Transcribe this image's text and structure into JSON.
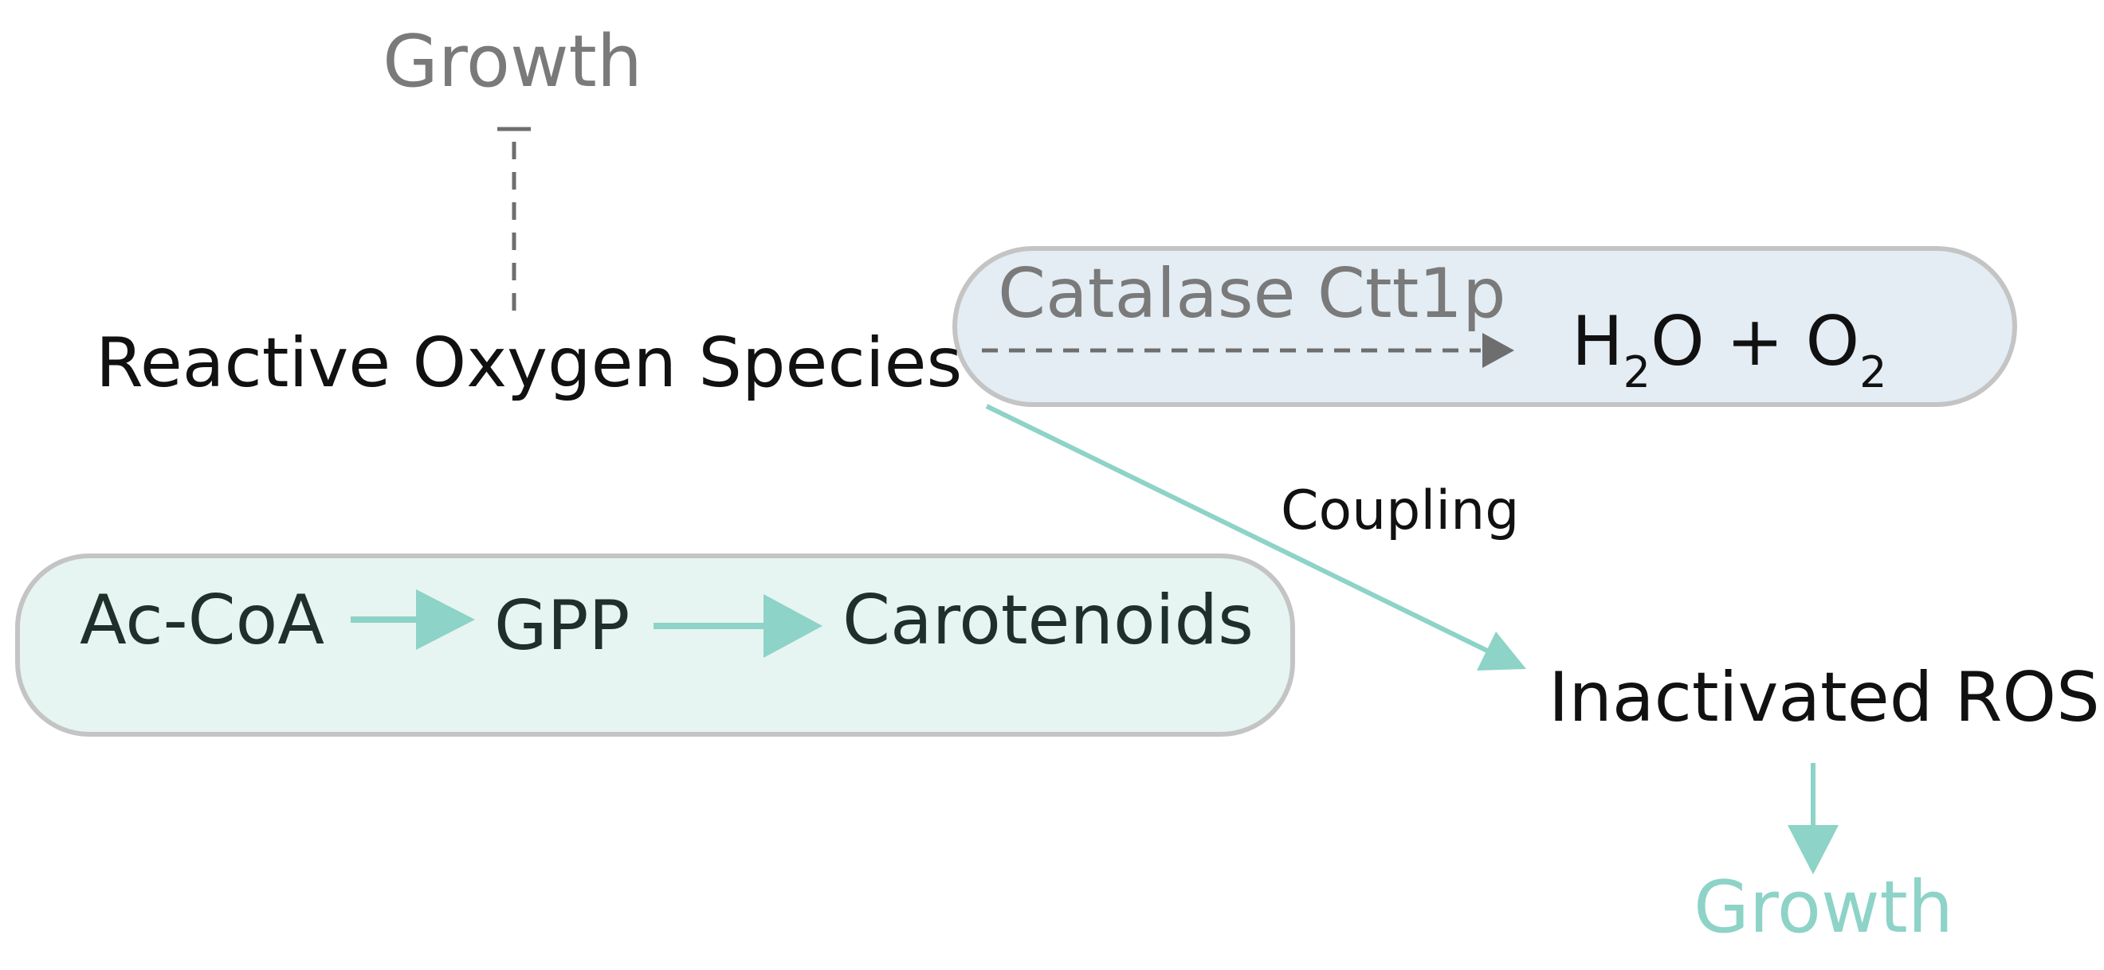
{
  "labels": {
    "growth_top": "Growth",
    "ros": "Reactive Oxygen Species",
    "catalase": "Catalase Ctt1p",
    "water_h": "H",
    "water_sub": "2",
    "water_rest": "O + O",
    "oxygen_sub": "2",
    "coupling": "Coupling",
    "acetyl_coa": "Ac-CoA",
    "gpp": "GPP",
    "carotenoids": "Carotenoids",
    "inactivated_ros": "Inactivated ROS",
    "growth_bottom": "Growth"
  },
  "colors": {
    "gray_text": "#7a7a7a",
    "dark_text": "#111111",
    "pathway_text": "#1f302b",
    "teal": "#8dd3c7",
    "catalase_box_fill": "#e3edf3",
    "carotenoid_box_fill": "#e6f5f1",
    "box_stroke": "#c4c4c4",
    "dashed_gray": "#6e6e6e"
  }
}
